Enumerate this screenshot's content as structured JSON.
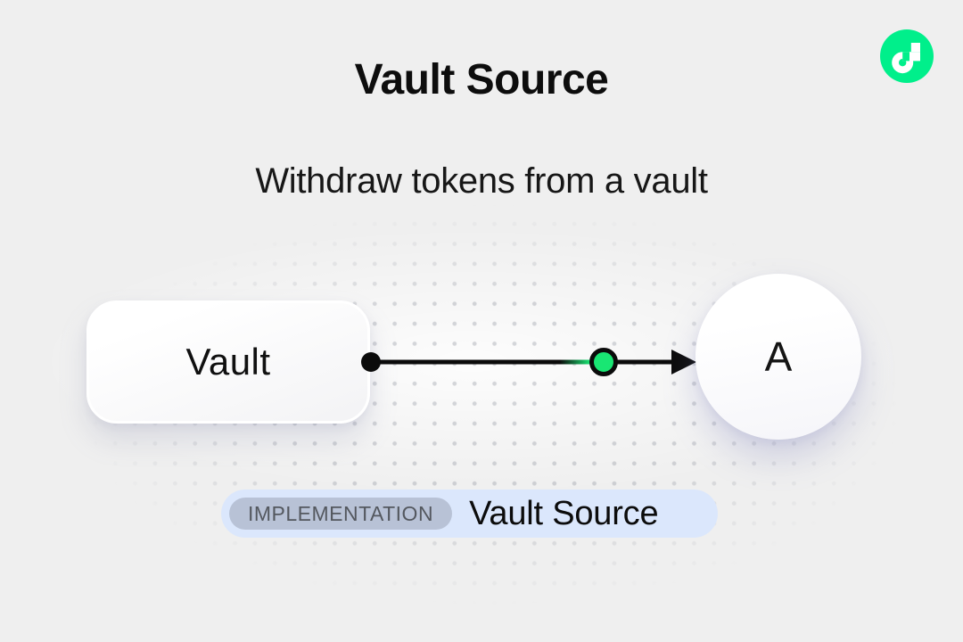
{
  "page": {
    "title": "Vault Source",
    "subtitle": "Withdraw tokens from a vault"
  },
  "logo": {
    "name": "flow-logo",
    "color": "#00EF8B"
  },
  "diagram": {
    "vault_node_label": "Vault",
    "account_node_label": "A",
    "connector": {
      "line_color": "#0b0b0b",
      "start_dot_color": "#0b0b0b",
      "event_dot_color": "#19E673"
    }
  },
  "badge": {
    "tag": "IMPLEMENTATION",
    "label": "Vault Source",
    "tag_bg": "#b8c2d6",
    "bg": "#dbe7fc",
    "tag_text_color": "#54585f"
  },
  "background": {
    "color": "#efefef",
    "dot_color": "#9498a2"
  }
}
